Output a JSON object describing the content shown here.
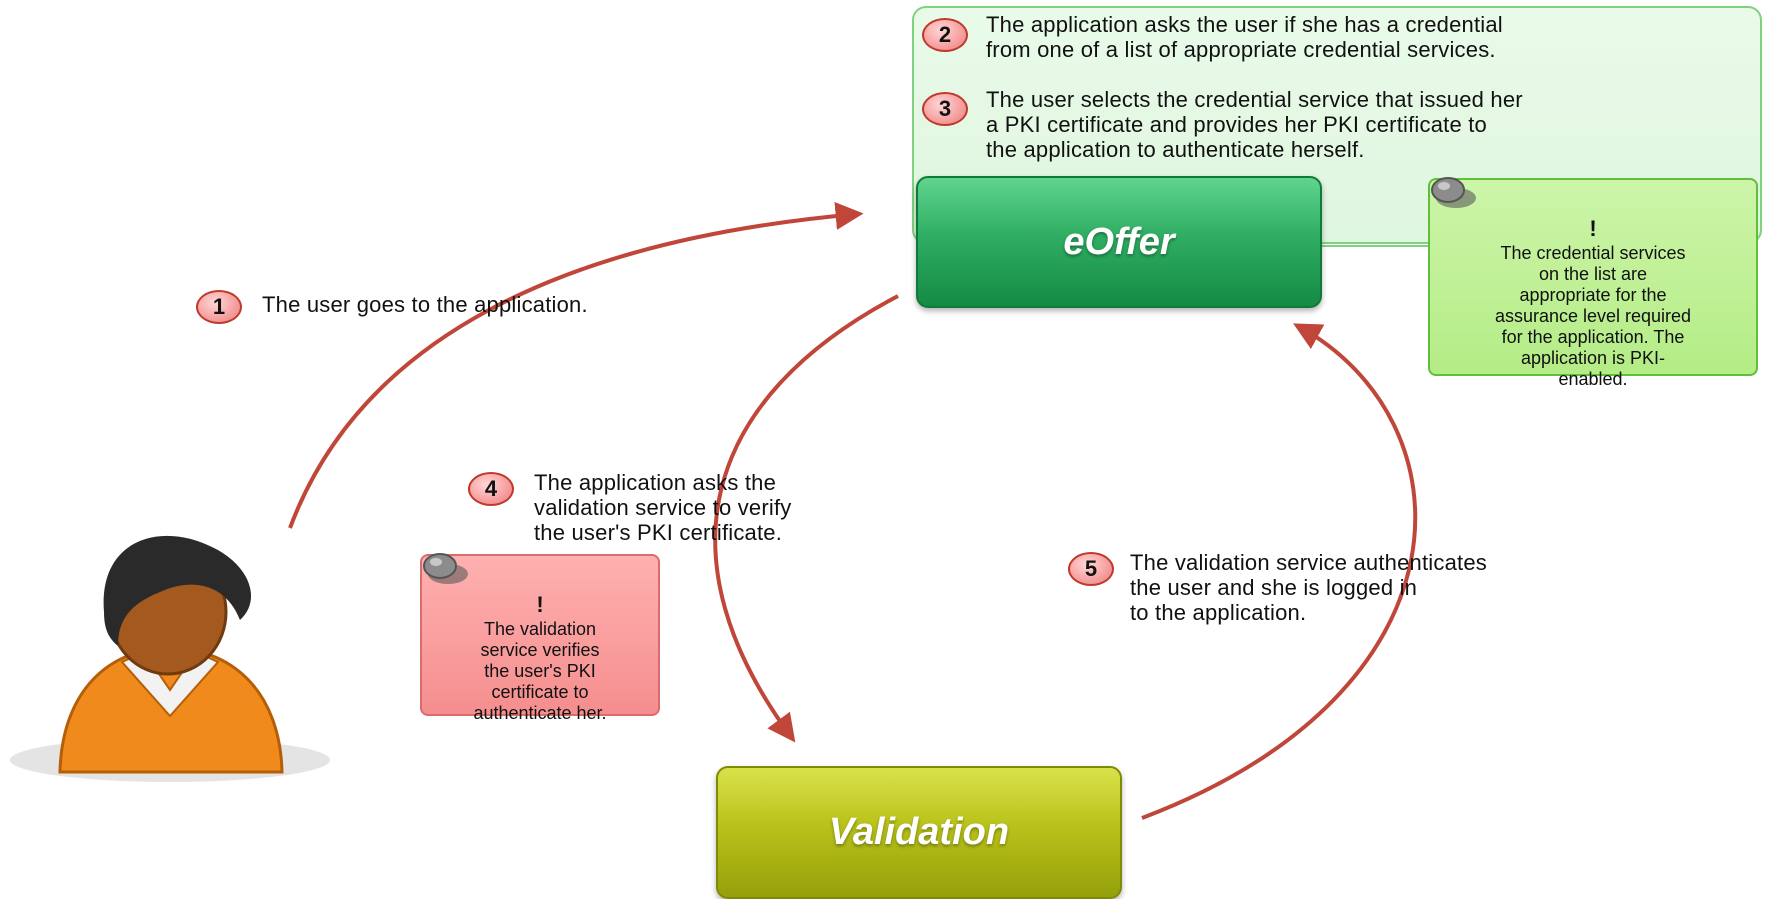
{
  "nodes": {
    "eoffer": "eOffer",
    "validation": "Validation"
  },
  "steps": [
    {
      "num": "1",
      "lines": [
        "The user goes to the application."
      ]
    },
    {
      "num": "2",
      "lines": [
        "The application asks the user if she has a credential",
        "from one of a list of appropriate credential services."
      ]
    },
    {
      "num": "3",
      "lines": [
        "The user selects the credential service that issued her",
        "a PKI certificate and provides her PKI certificate to",
        "the application to authenticate herself."
      ]
    },
    {
      "num": "4",
      "lines": [
        "The application asks the",
        "validation service to verify",
        "the user's PKI certificate."
      ]
    },
    {
      "num": "5",
      "lines": [
        "The validation service authenticates",
        "the user and she is logged in",
        "to the application."
      ]
    }
  ],
  "notes": {
    "credential": {
      "mark": "!",
      "lines": [
        "The credential services",
        "on the list are",
        "appropriate for the",
        "assurance level required",
        "for the application. The",
        "application is PKI-",
        "enabled."
      ]
    },
    "validation": {
      "mark": "!",
      "lines": [
        "The validation",
        "service verifies",
        "the user's PKI",
        "certificate to",
        "authenticate her."
      ]
    }
  },
  "colors": {
    "arrow": "#c0463a",
    "eoffer": "#1f9a52",
    "validation": "#b3bc16",
    "note_green": "#b4ec86",
    "note_red": "#f58e8e",
    "panel": "#e3f8e3"
  }
}
